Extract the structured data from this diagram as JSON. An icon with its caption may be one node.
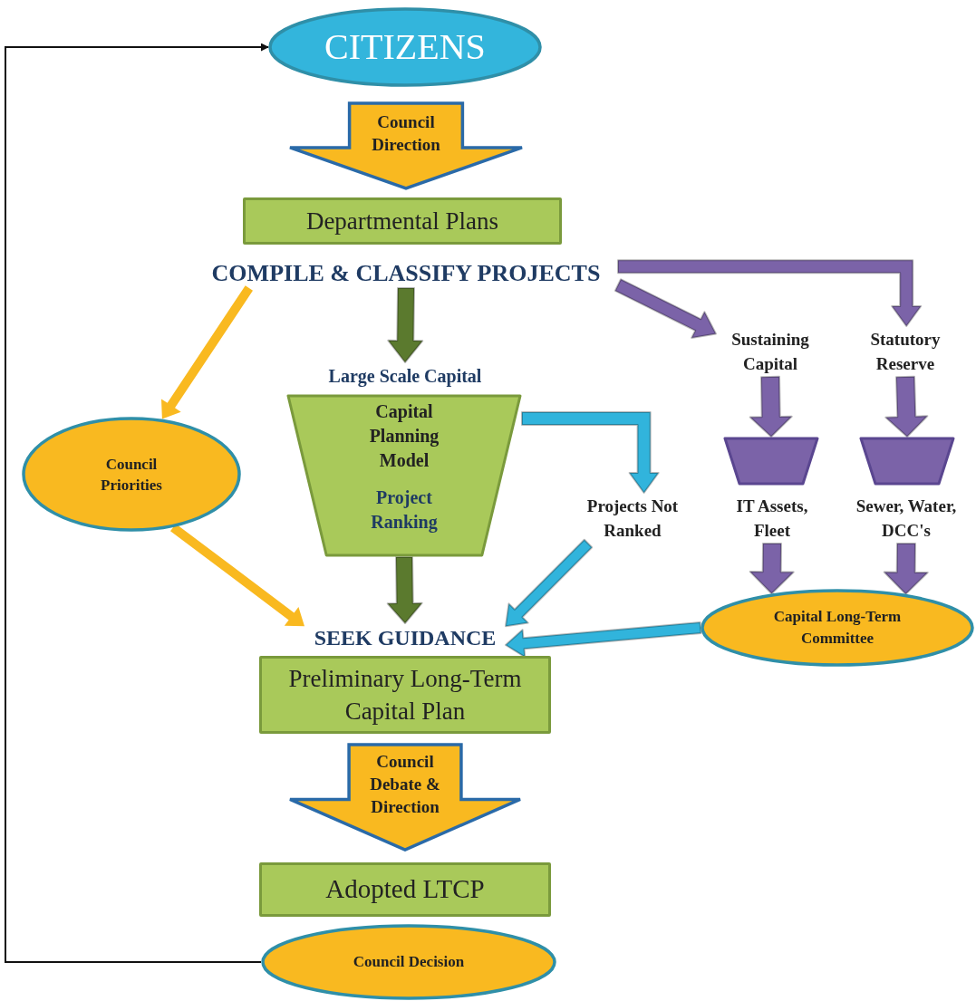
{
  "diagram": {
    "nodes": [
      {
        "text": [
          "CITIZENS"
        ]
      },
      {
        "text": [
          "Council Direction"
        ]
      },
      {
        "text": [
          "Departmental Plans"
        ]
      },
      {
        "text": [
          "COMPILE & CLASSIFY PROJECTS"
        ]
      },
      {
        "text": [
          "Large Scale Capital"
        ]
      },
      {
        "text": [
          "Capital Planning Model",
          "Project Ranking"
        ]
      },
      {
        "text": [
          "Council Priorities"
        ]
      },
      {
        "text": [
          "Sustaining Capital"
        ]
      },
      {
        "text": [
          "Statutory Reserve"
        ]
      },
      {
        "text": [],
        "shape": "trapezoid"
      },
      {
        "text": [],
        "shape": "trapezoid"
      },
      {
        "text": [
          "IT Assets, Fleet"
        ]
      },
      {
        "text": [
          "Sewer, Water, DCC's"
        ]
      },
      {
        "text": [
          "Projects Not Ranked"
        ]
      },
      {
        "text": [
          "SEEK GUIDANCE"
        ]
      },
      {
        "text": [
          "Capital Long-Term Committee"
        ]
      },
      {
        "text": [
          "Preliminary Long-Term Capital Plan"
        ]
      },
      {
        "text": [
          "Council Debate & Direction"
        ]
      },
      {
        "text": [
          "Adopted LTCP"
        ]
      },
      {
        "text": [
          "Council Decision"
        ]
      }
    ],
    "edges": [
      {
        "from": 19,
        "to": 0,
        "arrow": "to"
      },
      {
        "from": 3,
        "to": 4,
        "arrow": "to",
        "style": "thick",
        "color": "#5b7a2e"
      },
      {
        "from": 3,
        "to": 6,
        "arrow": "to",
        "style": "thick",
        "color": "#f9b920"
      },
      {
        "from": 3,
        "to": 7,
        "arrow": "to",
        "style": "thick",
        "color": "#7b63a8"
      },
      {
        "from": 3,
        "to": 8,
        "arrow": "to",
        "style": "thick",
        "color": "#7b63a8"
      },
      {
        "from": 7,
        "to": 9,
        "arrow": "to",
        "style": "thick",
        "color": "#7b63a8"
      },
      {
        "from": 8,
        "to": 10,
        "arrow": "to",
        "style": "thick",
        "color": "#7b63a8"
      },
      {
        "from": 11,
        "to": 15,
        "arrow": "to",
        "style": "thick",
        "color": "#7b63a8"
      },
      {
        "from": 12,
        "to": 15,
        "arrow": "to",
        "style": "thick",
        "color": "#7b63a8"
      },
      {
        "from": 5,
        "to": 13,
        "arrow": "to",
        "style": "thick",
        "color": "#31b4dc"
      },
      {
        "from": 5,
        "to": 14,
        "arrow": "to",
        "style": "thick",
        "color": "#5b7a2e"
      },
      {
        "from": 6,
        "to": 14,
        "arrow": "to",
        "style": "thick",
        "color": "#f9b920"
      },
      {
        "from": 13,
        "to": 14,
        "arrow": "to",
        "style": "thick",
        "color": "#31b4dc"
      },
      {
        "from": 15,
        "to": 14,
        "arrow": "to",
        "style": "thick",
        "color": "#31b4dc"
      }
    ]
  }
}
